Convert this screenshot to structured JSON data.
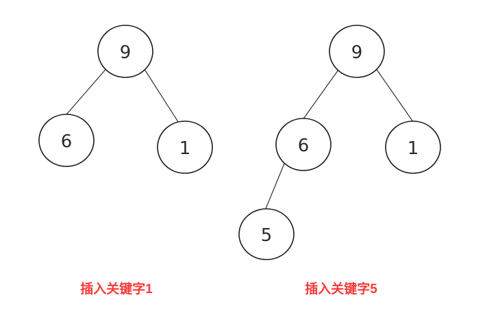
{
  "trees": [
    {
      "caption": "插入关键字1",
      "nodes": [
        {
          "role": "root",
          "value": "9"
        },
        {
          "role": "left-child",
          "value": "6"
        },
        {
          "role": "right-child",
          "value": "1"
        }
      ]
    },
    {
      "caption": "插入关键字5",
      "nodes": [
        {
          "role": "root",
          "value": "9"
        },
        {
          "role": "left-child",
          "value": "6"
        },
        {
          "role": "right-child",
          "value": "1"
        },
        {
          "role": "left-grandchild",
          "value": "5"
        }
      ]
    }
  ],
  "colors": {
    "caption": "#fa3a3a",
    "node_stroke": "#1a1a1a",
    "node_text": "#2b2b2b",
    "edge": "#2e2e2e",
    "background": "#ffffff"
  }
}
